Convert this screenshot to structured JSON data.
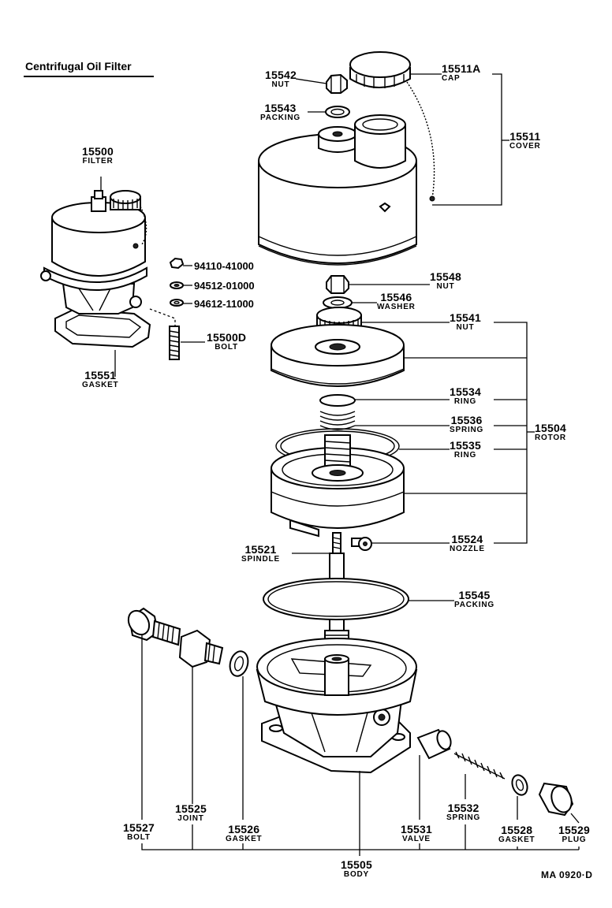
{
  "diagram": {
    "title": "Centrifugal Oil Filter",
    "drawing_code": "MA  0920·D",
    "callouts": [
      {
        "id": "15542",
        "number": "15542",
        "name": "NUT"
      },
      {
        "id": "15543",
        "number": "15543",
        "name": "PACKING"
      },
      {
        "id": "15511A",
        "number": "15511A",
        "name": "CAP"
      },
      {
        "id": "15511",
        "number": "15511",
        "name": "COVER"
      },
      {
        "id": "15500",
        "number": "15500",
        "name": "FILTER"
      },
      {
        "id": "15548",
        "number": "15548",
        "name": "NUT"
      },
      {
        "id": "15546",
        "number": "15546",
        "name": "WASHER"
      },
      {
        "id": "15541",
        "number": "15541",
        "name": "NUT"
      },
      {
        "id": "15500D",
        "number": "15500D",
        "name": "BOLT"
      },
      {
        "id": "15551",
        "number": "15551",
        "name": "GASKET"
      },
      {
        "id": "15534",
        "number": "15534",
        "name": "RING"
      },
      {
        "id": "15536",
        "number": "15536",
        "name": "SPRING"
      },
      {
        "id": "15504",
        "number": "15504",
        "name": "ROTOR"
      },
      {
        "id": "15535",
        "number": "15535",
        "name": "RING"
      },
      {
        "id": "15524",
        "number": "15524",
        "name": "NOZZLE"
      },
      {
        "id": "15521",
        "number": "15521",
        "name": "SPINDLE"
      },
      {
        "id": "15545",
        "number": "15545",
        "name": "PACKING"
      },
      {
        "id": "15525",
        "number": "15525",
        "name": "JOINT"
      },
      {
        "id": "15527",
        "number": "15527",
        "name": "BOLT"
      },
      {
        "id": "15526",
        "number": "15526",
        "name": "GASKET"
      },
      {
        "id": "15531",
        "number": "15531",
        "name": "VALVE"
      },
      {
        "id": "15532",
        "number": "15532",
        "name": "SPRING"
      },
      {
        "id": "15528",
        "number": "15528",
        "name": "GASKET"
      },
      {
        "id": "15529",
        "number": "15529",
        "name": "PLUG"
      },
      {
        "id": "15505",
        "number": "15505",
        "name": "BODY"
      }
    ],
    "hardware_numbers": [
      "94110-41000",
      "94512-01000",
      "94612-11000"
    ]
  }
}
